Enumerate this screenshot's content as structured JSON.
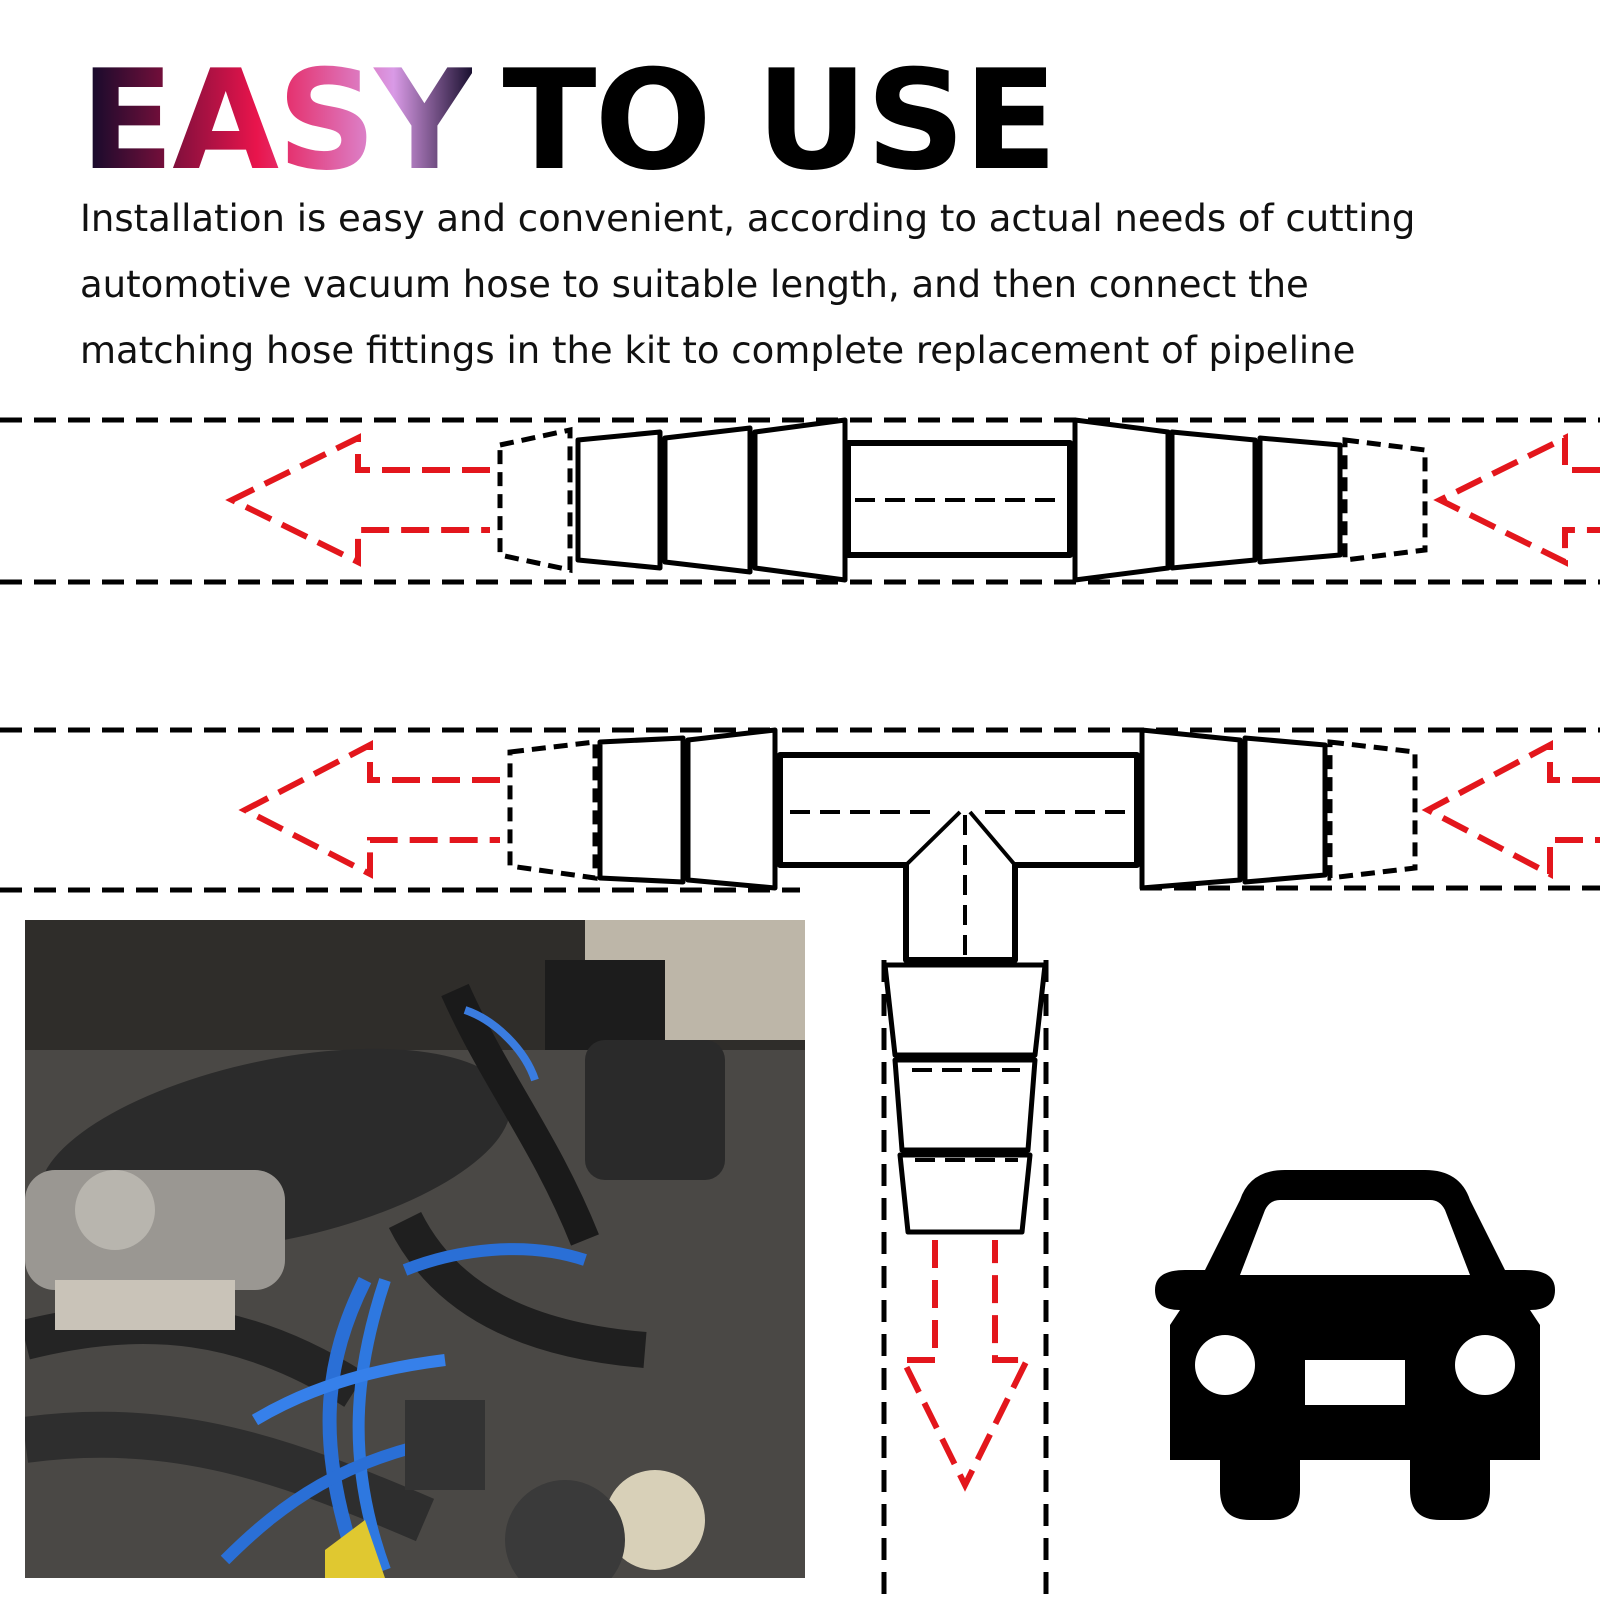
{
  "title": {
    "highlight": "EASY",
    "rest": "TO USE",
    "gradient_colors": [
      "#0a0a2a",
      "#e8144c",
      "#d99ae6",
      "#1a1030"
    ]
  },
  "description": {
    "line1": "Installation is easy and convenient, according to actual needs of cutting",
    "line2": "automotive vacuum hose to suitable length, and then connect the",
    "line3": "matching hose fittings in the kit to complete replacement of pipeline"
  },
  "colors": {
    "arrow": "#e3161c",
    "outline": "#000000",
    "background": "#ffffff"
  },
  "icons": {
    "car": "car-front-icon",
    "arrows": "flow-direction-arrow-icon"
  }
}
